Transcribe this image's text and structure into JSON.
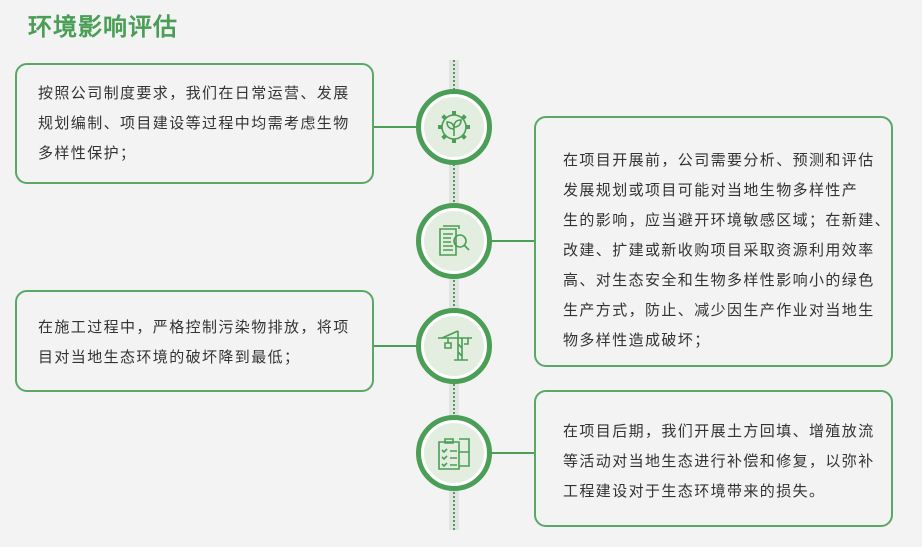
{
  "title": "环境影响评估",
  "cards": [
    {
      "lines": [
        "按照公司制度要求，我们在日常运营、发展",
        "规划编制、项目建设等过程中均需考虑生物",
        "多样性保护；"
      ]
    },
    {
      "lines": [
        "在项目开展前，公司需要分析、预测和评估",
        "发展规划或项目可能对当地生物多样性产",
        "生的影响，应当避开环境敏感区域；在新建、",
        "改建、扩建或新收购项目采取资源利用效率",
        "高、对生态安全和生物多样性影响小的绿色",
        "生产方式，防止、减少因生产作业对当地生",
        "物多样性造成破坏；"
      ]
    },
    {
      "lines": [
        "在施工过程中，严格控制污染物排放，将项",
        "目对当地生态环境的破坏降到最低；"
      ]
    },
    {
      "lines": [
        "在项目后期，我们开展土方回填、增殖放流",
        "等活动对当地生态进行补偿和修复，以弥补",
        "工程建设对于生态环境带来的损失。"
      ]
    }
  ],
  "icons": [
    "gear-leaf-icon",
    "document-search-icon",
    "crane-icon",
    "checklist-icon"
  ],
  "colors": {
    "accent": "#4a9e55",
    "background": "#f2f3f2",
    "circle_fill": "#e3ede0"
  }
}
